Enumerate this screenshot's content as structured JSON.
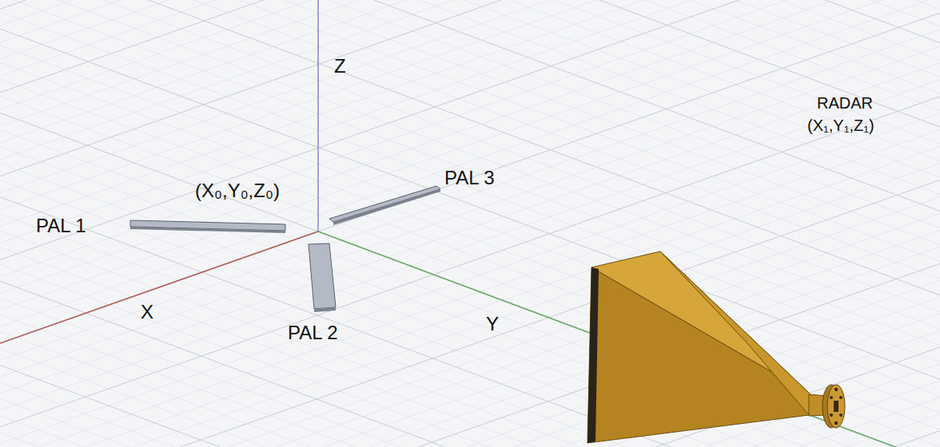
{
  "diagram": {
    "labels": [
      "Z",
      "(X₀,Y₀,Z₀)",
      "PAL 1",
      "PAL 3",
      "X",
      "PAL 2",
      "Y",
      "RADAR",
      "(X₁,Y₁,Z₁)"
    ]
  }
}
